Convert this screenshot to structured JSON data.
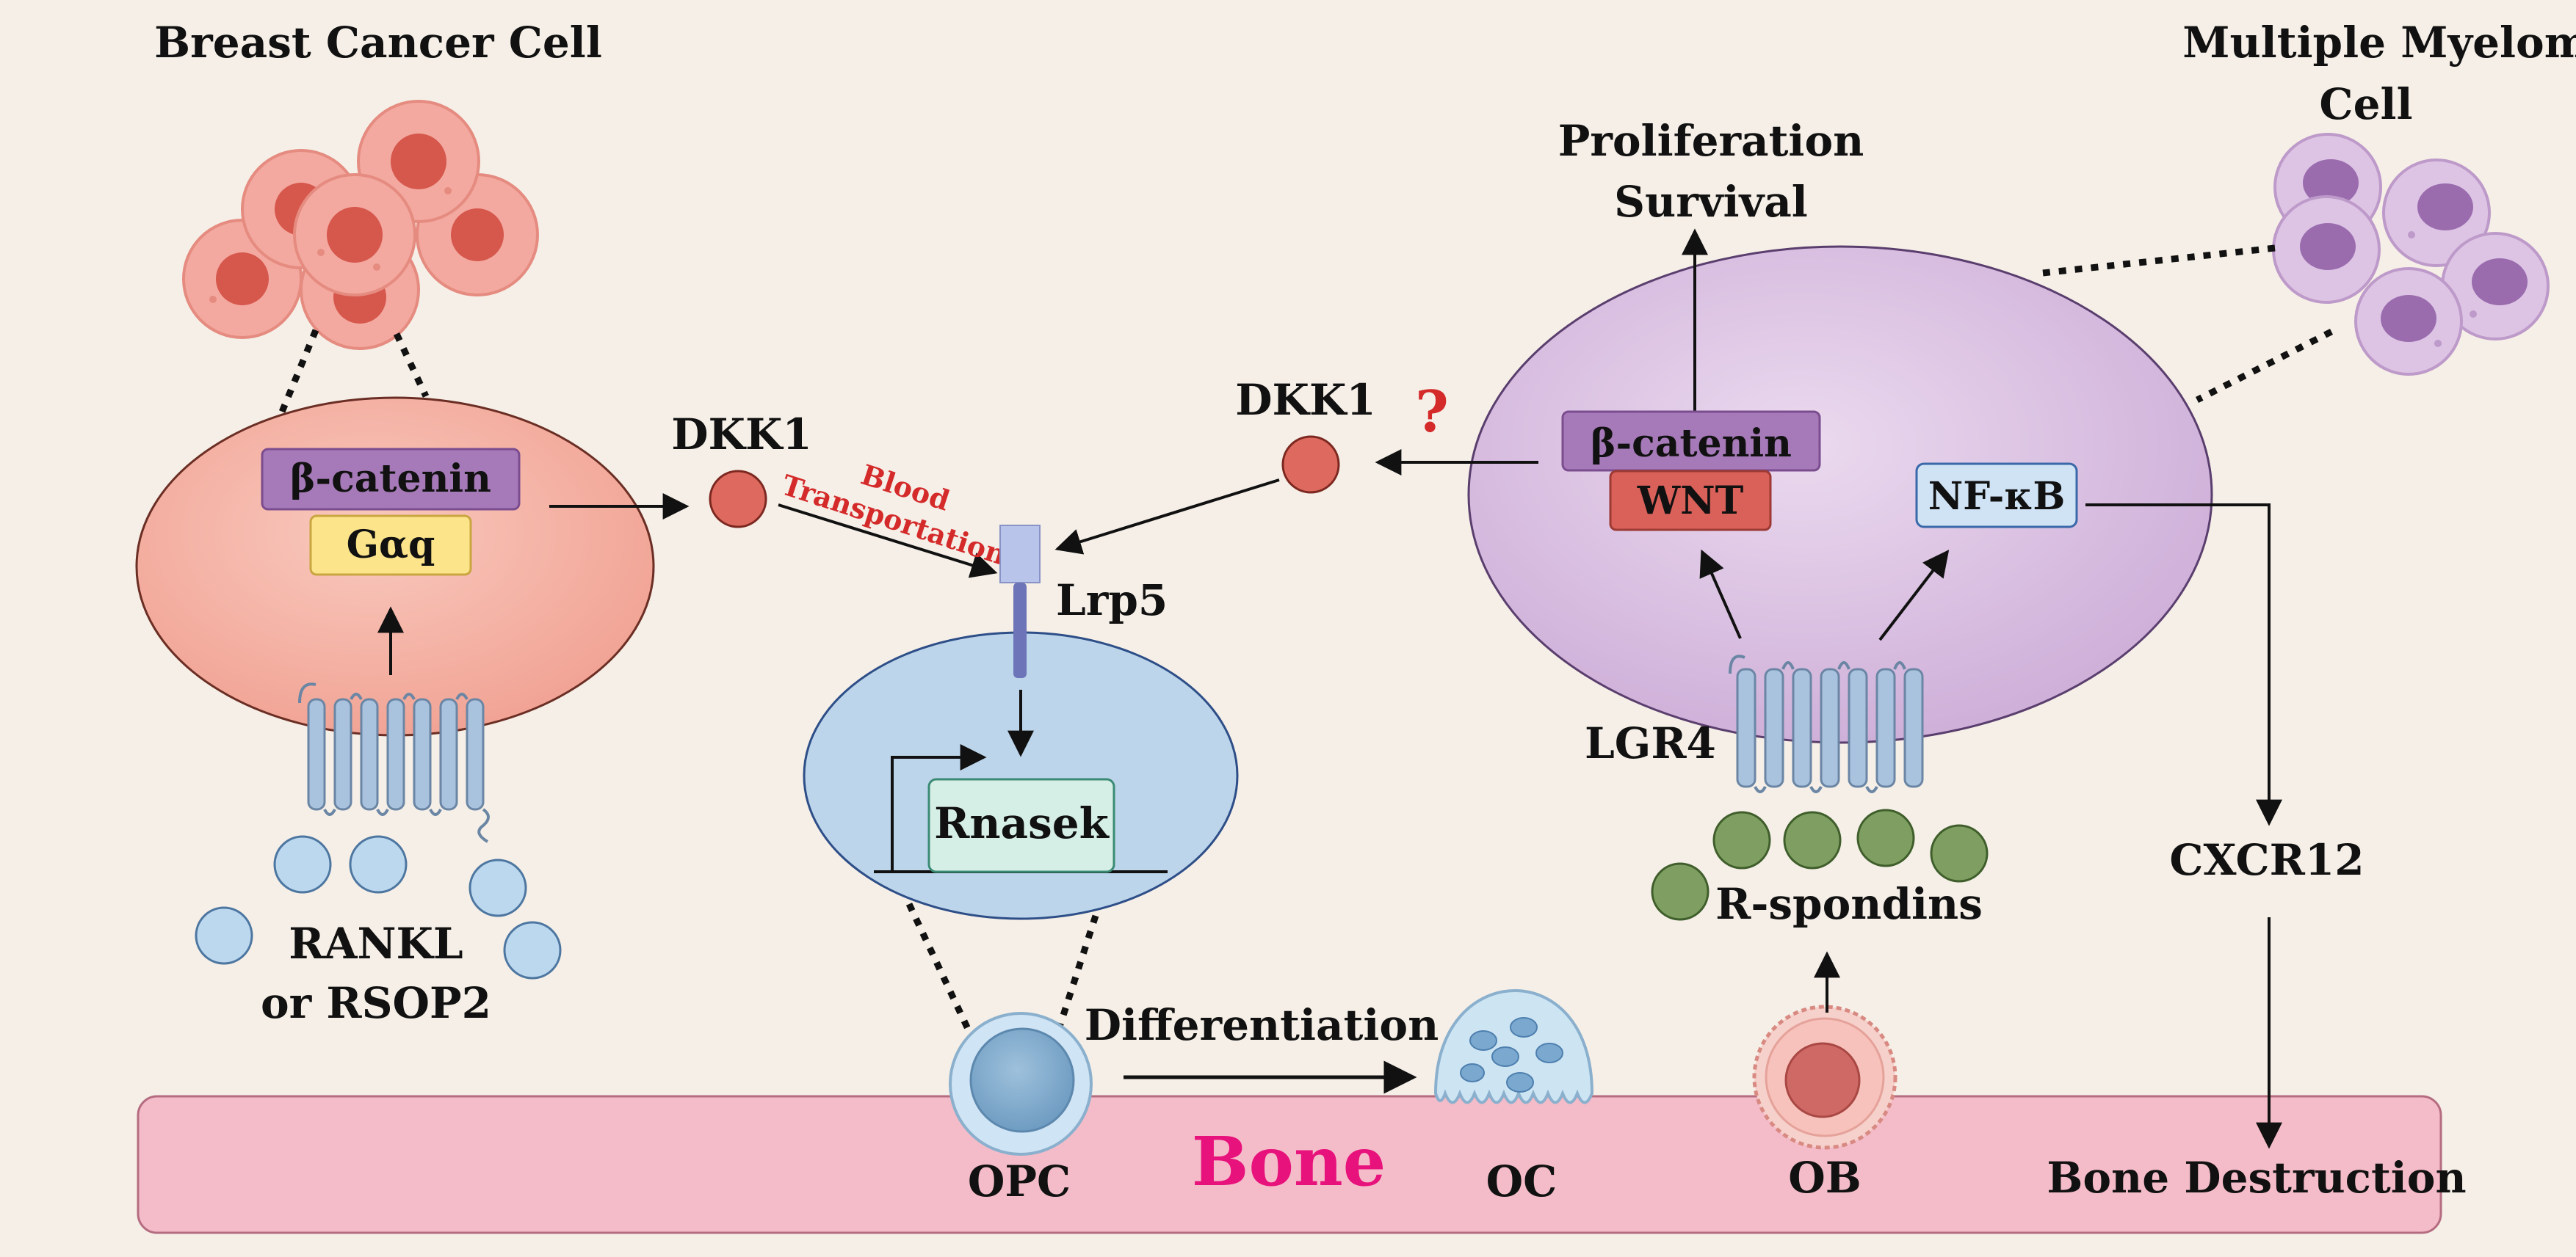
{
  "labels": {
    "breast_cancer_cell": "Breast Cancer Cell",
    "multiple_myeloma_line1": "Multiple Myeloma",
    "multiple_myeloma_line2": "Cell",
    "proliferation": "Proliferation",
    "survival": "Survival",
    "dkk1_left": "DKK1",
    "dkk1_right": "DKK1",
    "question": "?",
    "blood": "Blood",
    "transportation": "Transportation",
    "beta_catenin_left": "β-catenin",
    "gaq": "Gαq",
    "beta_catenin_right": "β-catenin",
    "wnt": "WNT",
    "nfkb": "NF-κB",
    "lrp5": "Lrp5",
    "rnasek": "Rnasek",
    "lgr4": "LGR4",
    "r_spondins": "R-spondins",
    "cxcr12": "CXCR12",
    "rankl_line1": "RANKL",
    "rankl_line2": "or RSOP2",
    "differentiation": "Differentiation",
    "bone": "Bone",
    "opc": "OPC",
    "oc": "OC",
    "ob": "OB",
    "bone_destruction": "Bone Destruction"
  },
  "colors": {
    "background": "#f5efe7",
    "breast_cell_body": "#f3b1a4",
    "myeloma_cell_body": "#dcc6e0",
    "nucleus_blue": "#bcd5ea",
    "bone": "#f4bcc9",
    "bone_text": "#e8127c",
    "beta_catenin_box": "#a67ab8",
    "gaq_box": "#fbe48a",
    "wnt_box": "#d9615a",
    "nfkb_box": "#cfe3f5",
    "rnasek_box": "#d6efe6",
    "dkk1_circle": "#de6a5f",
    "receptor": "#a9c3df",
    "rspondin": "#7f9f62",
    "rankl_ligand": "#bcd8ef"
  }
}
